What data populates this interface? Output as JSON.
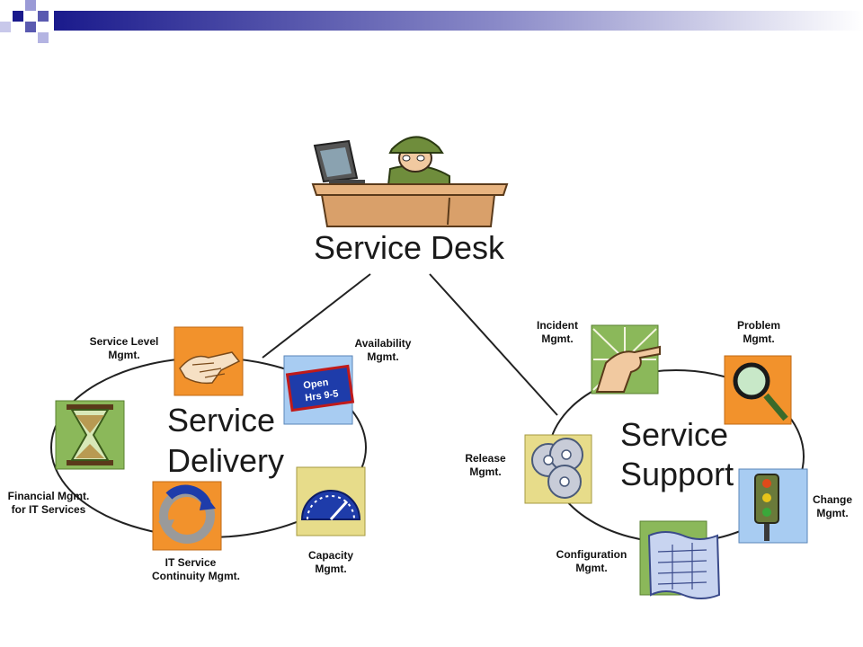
{
  "colors": {
    "banner_dark": "#1a1a8c",
    "tile_orange": "#f2922c",
    "tile_green": "#8bb85a",
    "tile_blue": "#a8ccf2",
    "tile_yellow": "#e7dc8a",
    "desk_wood": "#d9a06a"
  },
  "diagram": {
    "title": "Service Desk",
    "service_delivery": {
      "title_line1": "Service",
      "title_line2": "Delivery",
      "items": [
        {
          "line1": "Service Level",
          "line2": "Mgmt.",
          "icon": "handshake-icon"
        },
        {
          "line1": "Availability",
          "line2": "Mgmt.",
          "icon": "open-sign-icon",
          "sign_line1": "Open",
          "sign_line2": "Hrs 9-5"
        },
        {
          "line1": "Capacity",
          "line2": "Mgmt.",
          "icon": "gauge-icon"
        },
        {
          "line1": "IT Service",
          "line2": "Continuity Mgmt.",
          "icon": "cycle-arrows-icon"
        },
        {
          "line1": "Financial Mgmt.",
          "line2": "for IT Services",
          "icon": "hourglass-icon"
        }
      ]
    },
    "service_support": {
      "title_line1": "Service",
      "title_line2": "Support",
      "items": [
        {
          "line1": "Incident",
          "line2": "Mgmt.",
          "icon": "pointing-hand-icon"
        },
        {
          "line1": "Problem",
          "line2": "Mgmt.",
          "icon": "magnifier-icon"
        },
        {
          "line1": "Change",
          "line2": "Mgmt.",
          "icon": "traffic-light-icon"
        },
        {
          "line1": "Configuration",
          "line2": "Mgmt.",
          "icon": "blueprint-icon"
        },
        {
          "line1": "Release",
          "line2": "Mgmt.",
          "icon": "discs-icon"
        }
      ]
    }
  }
}
